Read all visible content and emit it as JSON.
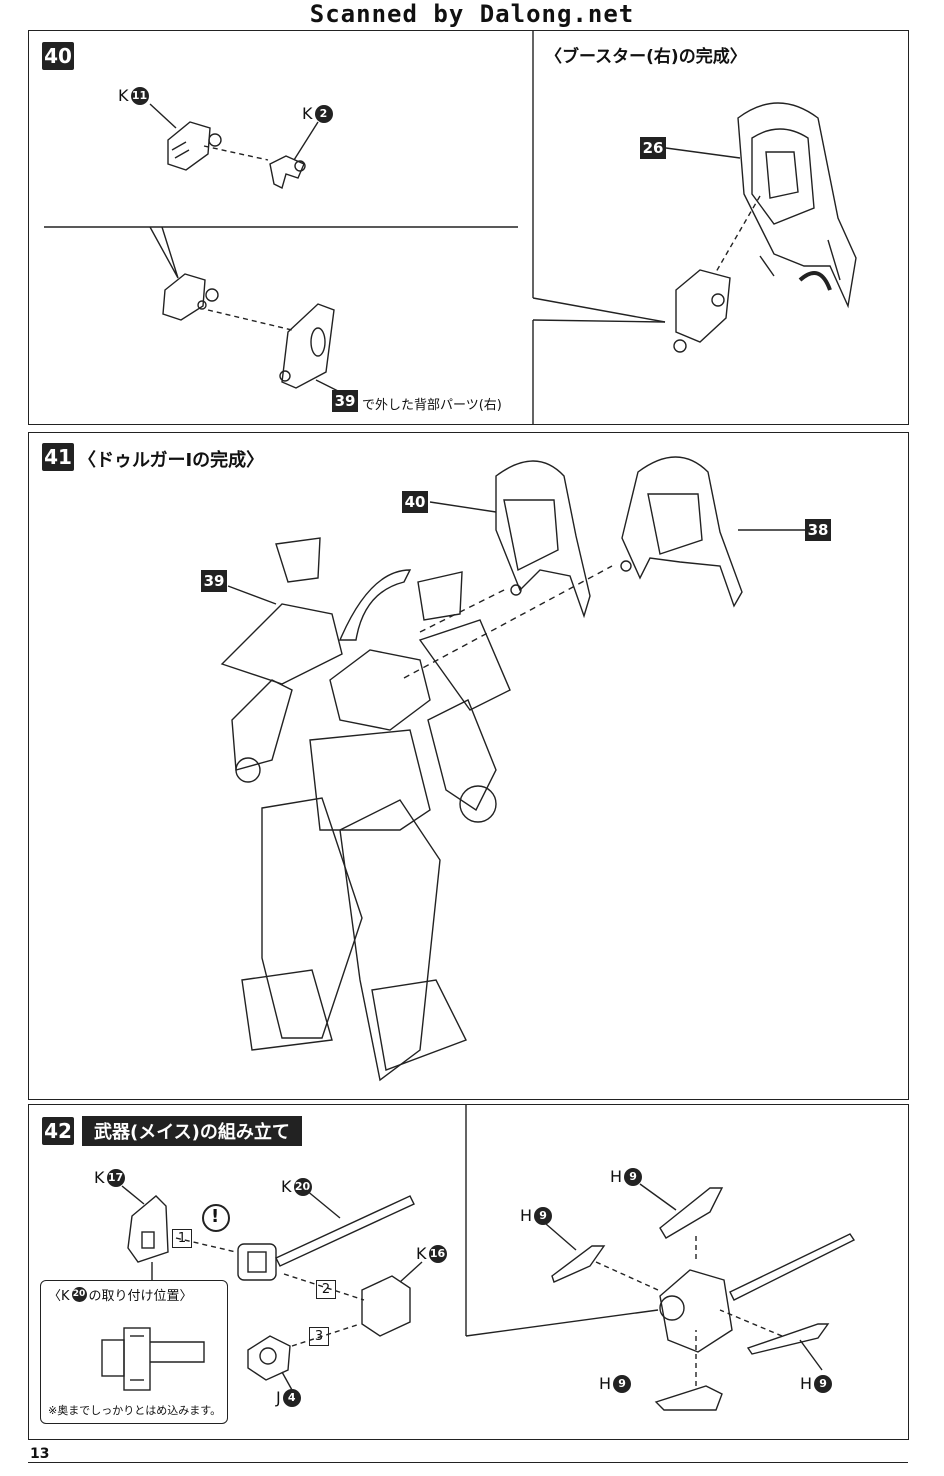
{
  "header": {
    "scan_credit": "Scanned by Dalong.net"
  },
  "page_number": "13",
  "step40": {
    "number": "40",
    "part_k11_letter": "K",
    "part_k11_num": "11",
    "part_k2_letter": "K",
    "part_k2_num": "2",
    "ref_39": "39",
    "ref_39_caption": "で外した背部パーツ(右)",
    "booster_title": "〈ブースター(右)の完成〉",
    "ref_26": "26"
  },
  "step41": {
    "number": "41",
    "title": "〈ドゥルガーⅠの完成〉",
    "ref_40": "40",
    "ref_39": "39",
    "ref_38": "38"
  },
  "step42": {
    "number": "42",
    "title": "武器(メイス)の組み立て",
    "warning_symbol": "!",
    "part_k17_letter": "K",
    "part_k17_num": "17",
    "part_k20_letter": "K",
    "part_k20_num": "20",
    "part_k16_letter": "K",
    "part_k16_num": "16",
    "part_j4_letter": "J",
    "part_j4_num": "4",
    "seq1": "1",
    "seq2": "2",
    "seq3": "3",
    "k20_pos_prefix": "〈K",
    "k20_pos_num": "20",
    "k20_pos_suffix": "の取り付け位置〉",
    "insert_note": "※奥までしっかりとはめ込みます。",
    "h9_labels": [
      {
        "letter": "H",
        "num": "9"
      },
      {
        "letter": "H",
        "num": "9"
      },
      {
        "letter": "H",
        "num": "9"
      },
      {
        "letter": "H",
        "num": "9"
      }
    ]
  }
}
